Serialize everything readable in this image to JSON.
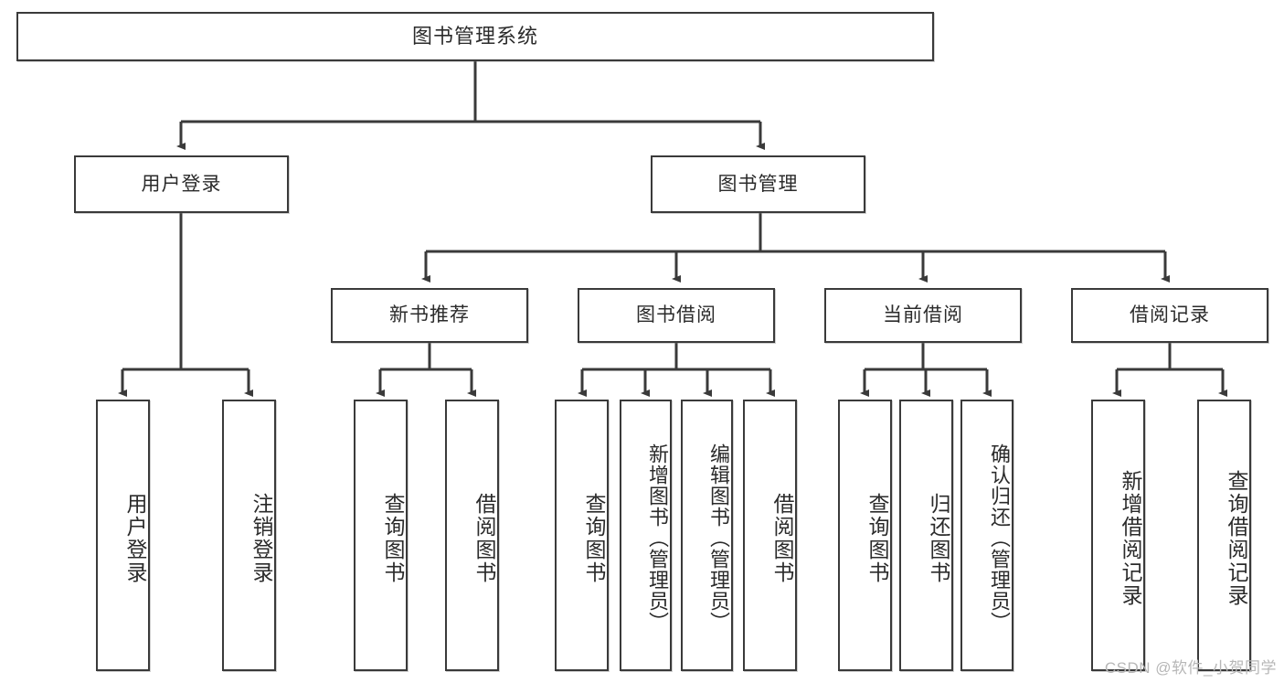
{
  "diagram": {
    "type": "tree-flowchart",
    "title": "图书管理系统",
    "stroke_color": "#3a3a3a",
    "fill_color": "#ffffff",
    "text_color": "#2b2b2b",
    "watermark": "CSDN @软件_小贺同学",
    "levels": {
      "root": {
        "label": "图书管理系统"
      },
      "level2": [
        {
          "label": "用户登录"
        },
        {
          "label": "图书管理"
        }
      ],
      "level3": [
        {
          "label": "新书推荐"
        },
        {
          "label": "图书借阅"
        },
        {
          "label": "当前借阅"
        },
        {
          "label": "借阅记录"
        }
      ],
      "leaves": {
        "user_login": [
          {
            "label": "用户登录"
          },
          {
            "label": "注销登录"
          }
        ],
        "new_book_recommend": [
          {
            "label": "查询图书"
          },
          {
            "label": "借阅图书"
          }
        ],
        "book_borrow": [
          {
            "label": "查询图书"
          },
          {
            "label": "新增图书（管理员）"
          },
          {
            "label": "编辑图书（管理员）"
          },
          {
            "label": "借阅图书"
          }
        ],
        "current_borrow": [
          {
            "label": "查询图书"
          },
          {
            "label": "归还图书"
          },
          {
            "label": "确认归还（管理员）"
          }
        ],
        "borrow_record": [
          {
            "label": "新增借阅记录"
          },
          {
            "label": "查询借阅记录"
          }
        ]
      }
    }
  }
}
